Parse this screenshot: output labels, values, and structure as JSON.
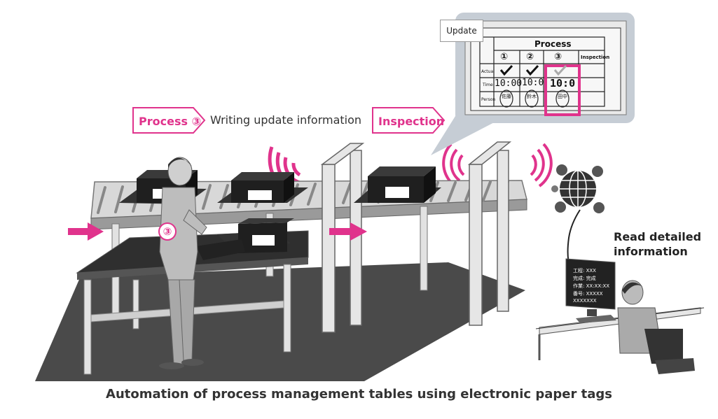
{
  "labels": {
    "process3": "Process ③",
    "writing": "Writing update information",
    "inspection": "Inspection",
    "read_detailed": [
      "Read detailed",
      "information"
    ],
    "worker_marker": "③",
    "caption": "Automation of process management tables using electronic paper tags"
  },
  "tag_display": {
    "update": "Update",
    "header": "Process",
    "columns": [
      "①",
      "②",
      "③",
      "Inspection"
    ],
    "row_labels": [
      "Actual",
      "Time",
      "Person"
    ],
    "actual": [
      "✓",
      "✓",
      "✓",
      ""
    ],
    "time": [
      "10:00",
      "10:0",
      "10:0",
      ""
    ],
    "person": [
      "佐藤",
      "鈴木",
      "田中",
      ""
    ]
  },
  "monitor": {
    "lines": [
      "工程: XXX",
      "完成: 完成",
      "作業: XX:XX:XX",
      "番号: XXXXX",
      "XXXXXXX"
    ]
  },
  "colors": {
    "accent": "#e0338c",
    "machine": "#2b2b2b",
    "floor": "#4a4a4a"
  }
}
